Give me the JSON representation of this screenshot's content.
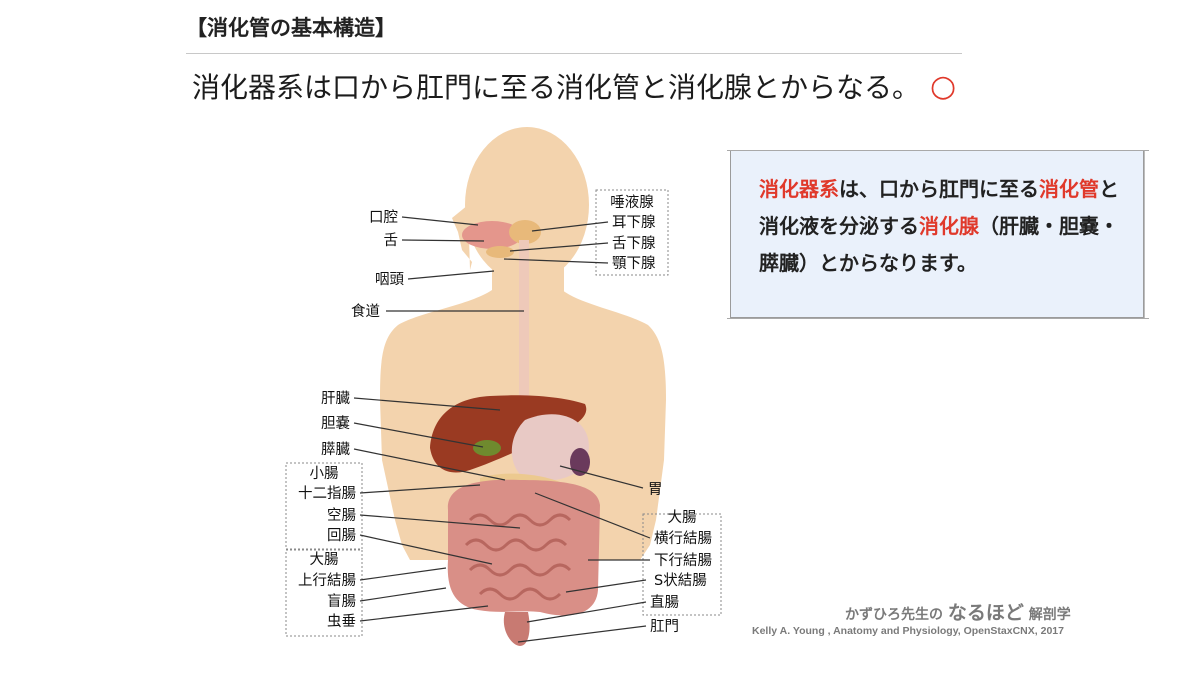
{
  "heading": "【消化管の基本構造】",
  "statement": {
    "text": "消化器系は口から肛門に至る消化管と消化腺とからなる。",
    "mark": "○"
  },
  "note": {
    "parts": [
      {
        "text": "消化器系",
        "highlight": true
      },
      {
        "text": "は、口から肛門に至る",
        "highlight": false
      },
      {
        "text": "消化管",
        "highlight": true
      },
      {
        "text": "と消化液を分泌する",
        "highlight": false
      },
      {
        "text": "消化腺",
        "highlight": true
      },
      {
        "text": "（肝臓・胆嚢・膵臓）とからなります。",
        "highlight": false
      }
    ]
  },
  "diagram": {
    "labels_left": {
      "mouth": "口腔",
      "tongue": "舌",
      "pharynx": "咽頭",
      "esophagus": "食道",
      "liver": "肝臓",
      "gallbladder": "胆嚢",
      "pancreas": "膵臓",
      "small_intestine_group": "小腸",
      "duodenum": "十二指腸",
      "jejunum": "空腸",
      "ileum": "回腸",
      "large_intestine_group": "大腸",
      "ascending_colon": "上行結腸",
      "cecum": "盲腸",
      "appendix": "虫垂"
    },
    "labels_right": {
      "salivary_group": "唾液腺",
      "parotid": "耳下腺",
      "sublingual": "舌下腺",
      "submandibular": "顎下腺",
      "stomach": "胃",
      "large_intestine_group": "大腸",
      "transverse_colon": "横行結腸",
      "descending_colon": "下行結腸",
      "sigmoid_colon": "S状結腸",
      "rectum": "直腸",
      "anus": "肛門"
    }
  },
  "credit": {
    "brand_prefix": "かずひろ先生の",
    "brand_main": "なるほど",
    "brand_suffix": "解剖学",
    "reference": "Kelly A. Young , Anatomy and Physiology, OpenStaxCNX, 2017"
  },
  "colors": {
    "accent_red": "#e0392b",
    "note_bg": "#eaf1fb",
    "skin": "#f3d3ad",
    "liver": "#9a3a22",
    "intestine": "#d98f87"
  }
}
